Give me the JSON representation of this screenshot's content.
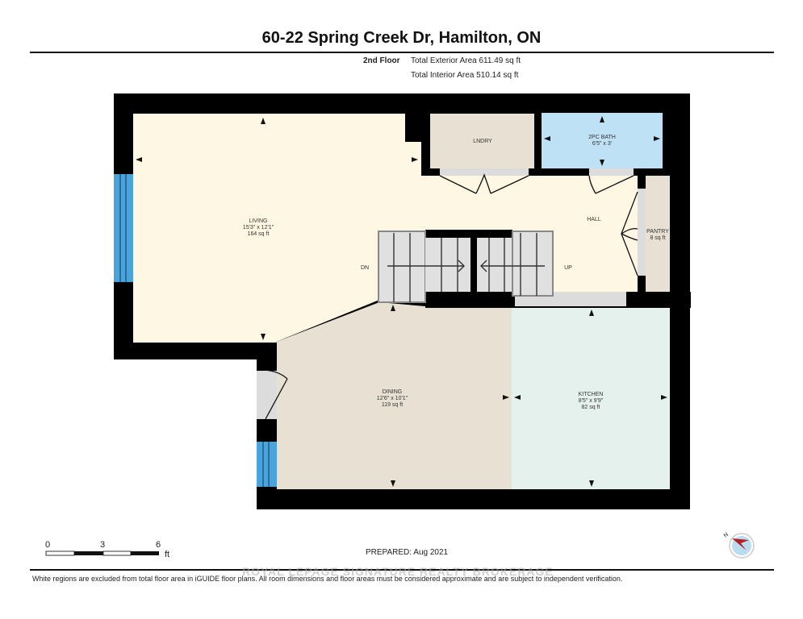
{
  "header": {
    "title": "60-22 Spring Creek Dr, Hamilton, ON",
    "floor": "2nd Floor",
    "exterior_area": "Total Exterior Area 611.49 sq ft",
    "interior_area": "Total Interior Area 510.14 sq ft"
  },
  "rooms": {
    "living": {
      "name": "LIVING",
      "dims": "15'3\" x 12'1\"",
      "area": "164 sq ft",
      "color": "#fdf7e3"
    },
    "lndry": {
      "name": "LNDRY",
      "color": "#e8e0d2"
    },
    "bath": {
      "name": "2PC BATH",
      "dims": "6'5\" x 3'",
      "color": "#bfe1f6"
    },
    "hall": {
      "name": "HALL",
      "color": "#fdf7e3"
    },
    "pantry": {
      "name": "PANTRY",
      "area": "8 sq ft",
      "color": "#e8e0d2"
    },
    "dining": {
      "name": "DINING",
      "dims": "12'6\" x 10'1\"",
      "area": "119 sq ft",
      "color": "#e8e0d2"
    },
    "kitchen": {
      "name": "KITCHEN",
      "dims": "8'5\" x 9'9\"",
      "area": "82 sq ft",
      "color": "#e4f1ec"
    }
  },
  "stairs": {
    "down_label": "DN",
    "up_label": "UP"
  },
  "colors": {
    "wall": "#000000",
    "window": "#4ba3dc",
    "stair": "#e0e0e0"
  },
  "scale": {
    "ticks": [
      "0",
      "3",
      "6"
    ],
    "unit": "ft"
  },
  "footer": {
    "prepared": "PREPARED: Aug 2021",
    "disclaimer": "White regions are excluded from total floor area in iGUIDE floor plans. All room dimensions and floor areas must be considered approximate and are subject to independent verification.",
    "watermark": "ROYAL LEPAGE SIGNATURE REALTY BROKERAGE"
  },
  "compass": {
    "label": "N"
  }
}
